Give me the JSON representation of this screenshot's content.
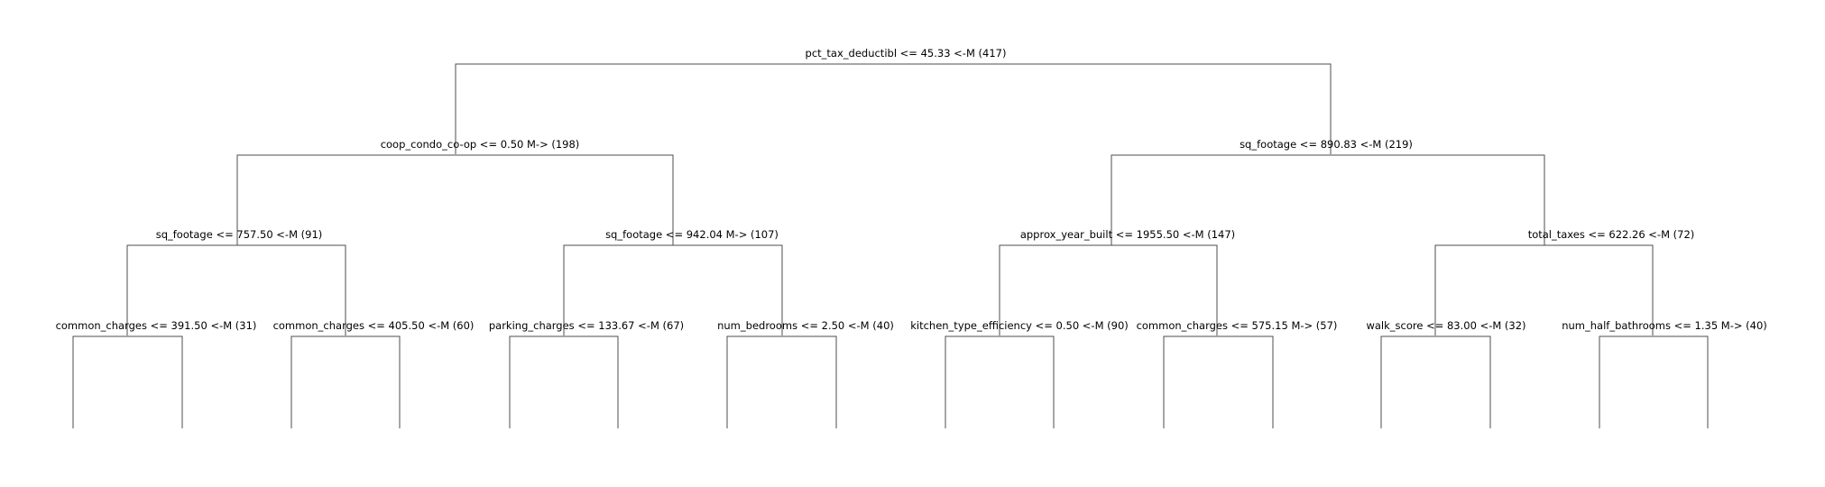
{
  "tree": {
    "root": {
      "label": "pct_tax_deductibl <= 45.33 <-M (417)",
      "left": {
        "label": "coop_condo_co-op <= 0.50 M-> (198)",
        "left": {
          "label": "sq_footage <= 757.50 <-M (91)",
          "left": {
            "label": "common_charges <= 391.50 <-M (31)"
          },
          "right": {
            "label": "common_charges <= 405.50 <-M (60)"
          }
        },
        "right": {
          "label": "sq_footage <= 942.04 M-> (107)",
          "left": {
            "label": "parking_charges <= 133.67 <-M (67)"
          },
          "right": {
            "label": "num_bedrooms <= 2.50 <-M (40)"
          }
        }
      },
      "right": {
        "label": "sq_footage <= 890.83 <-M (219)",
        "left": {
          "label": "approx_year_built <= 1955.50 <-M (147)",
          "left": {
            "label": "kitchen_type_efficiency <= 0.50 <-M (90)"
          },
          "right": {
            "label": "common_charges <= 575.15 M-> (57)"
          }
        },
        "right": {
          "label": "total_taxes <= 622.26 <-M (72)",
          "left": {
            "label": "walk_score <= 83.00 <-M (32)"
          },
          "right": {
            "label": "num_half_bathrooms <= 1.35 M-> (40)"
          }
        }
      }
    }
  }
}
